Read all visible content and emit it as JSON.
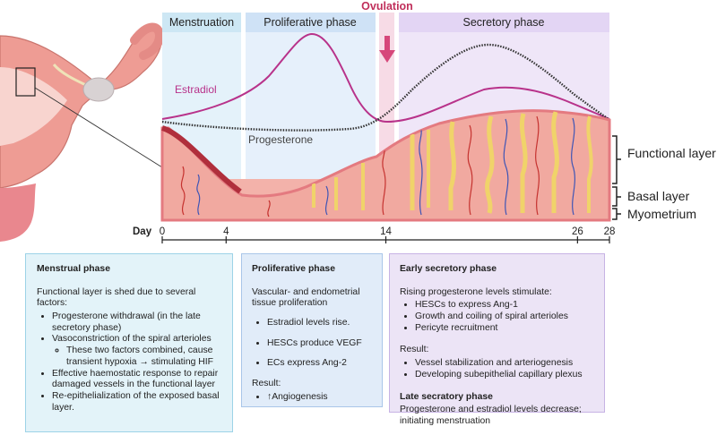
{
  "phases": {
    "menstruation": "Menstruation",
    "proliferative": "Proliferative phase",
    "ovulation": "Ovulation",
    "secretory": "Secretory phase"
  },
  "curves": {
    "estradiol": "Estradiol",
    "progesterone": "Progesterone"
  },
  "layers": {
    "functional": "Functional layer",
    "basal": "Basal layer",
    "myometrium": "Myometrium"
  },
  "timeline": {
    "label": "Day",
    "ticks": [
      "0",
      "4",
      "14",
      "26",
      "28"
    ]
  },
  "colors": {
    "menstruation_band": "#cde7f4",
    "proliferative_band": "#cfe2f6",
    "ovulation_band": "#f2c6d9",
    "secretory_band": "#e3d5f4",
    "estradiol": "#b8328a",
    "ovulation_text": "#c02f5b",
    "tissue": "#f1a9a0"
  },
  "menstrual_box": {
    "title": "Menstrual phase",
    "intro": "Functional layer is shed due to several factors:",
    "items": [
      "Progesterone withdrawal (in the late secretory phase)",
      "Vasoconstriction of the spiral arterioles",
      "Effective haemostatic response to repair damaged vessels in the functional layer",
      "Re-epithelialization of the exposed basal layer."
    ],
    "subitem": "These two factors combined, cause transient hypoxia → stimulating HIF"
  },
  "proliferative_box": {
    "title": "Proliferative phase",
    "intro": "Vascular- and endometrial tissue proliferation",
    "items": [
      "Estradiol levels rise.",
      "HESCs produce VEGF",
      "ECs express Ang-2"
    ],
    "result_label": "Result:",
    "result_items": [
      "↑Angiogenesis"
    ]
  },
  "secretory_box": {
    "title": "Early secretory phase",
    "intro": "Rising progesterone levels stimulate:",
    "items": [
      "HESCs to express Ang-1",
      "Growth and coiling of spiral arterioles",
      "Pericyte recruitment"
    ],
    "result_label": "Result:",
    "result_items": [
      "Vessel stabilization and arteriogenesis",
      "Developing subepithelial capillary plexus"
    ],
    "late_title": "Late secratory phase",
    "late_text": "Progesterone and estradiol levels decrease; initiating menstruation"
  }
}
